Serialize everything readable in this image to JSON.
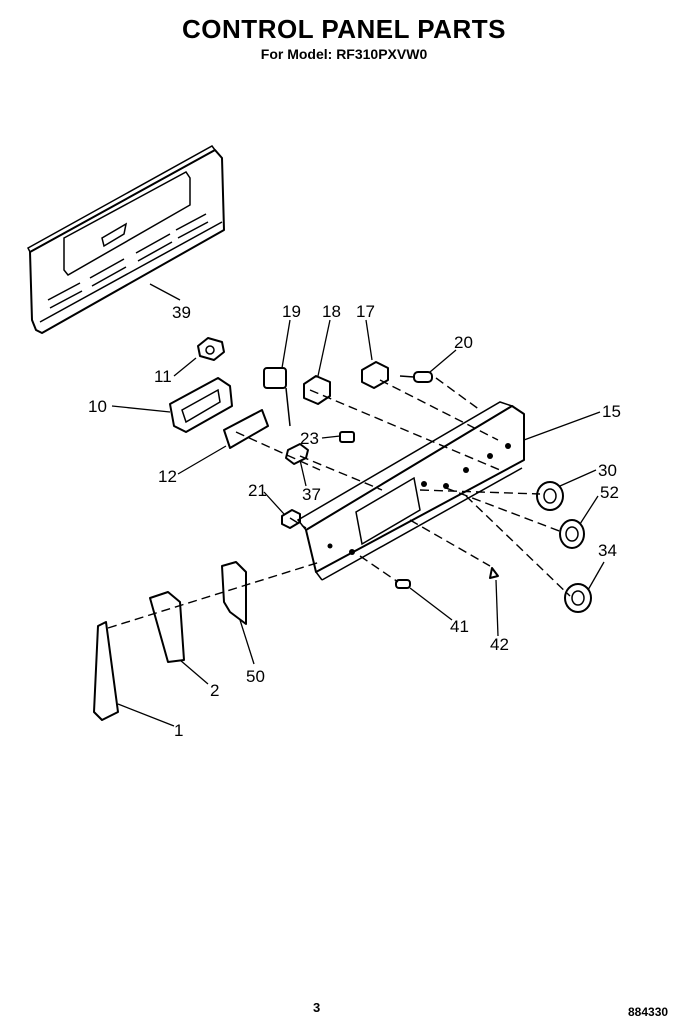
{
  "header": {
    "title": "CONTROL PANEL PARTS",
    "model_line": "For Model: RF310PXVW0"
  },
  "footer": {
    "page_number": "3",
    "document_number": "884330"
  },
  "callouts": {
    "c39": "39",
    "c19": "19",
    "c18": "18",
    "c17": "17",
    "c20": "20",
    "c11": "11",
    "c10": "10",
    "c15": "15",
    "c23": "23",
    "c12": "12",
    "c30": "30",
    "c21": "21",
    "c37": "37",
    "c52": "52",
    "c34": "34",
    "c41": "41",
    "c42": "42",
    "c2": "2",
    "c50": "50",
    "c1": "1"
  }
}
